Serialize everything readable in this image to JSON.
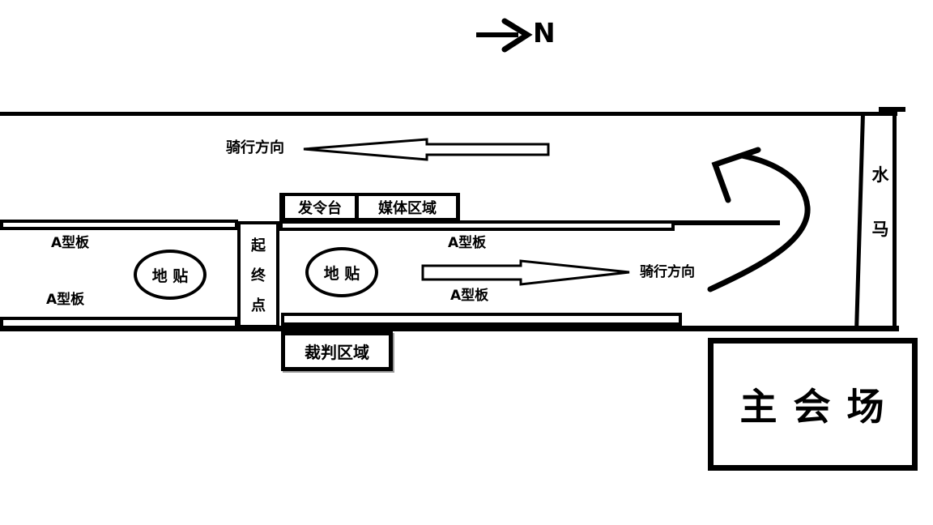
{
  "compass": {
    "label": "N"
  },
  "road": {
    "riding_direction_top": "骑行方向",
    "riding_direction_right": "骑行方向"
  },
  "zones": {
    "starting_platform": "发令台",
    "media_area": "媒体区域",
    "referee_area": "裁判区域",
    "main_venue": "主 会 场"
  },
  "markers": {
    "a_board": "A型板",
    "floor_sticker": "地 贴",
    "start_finish_chars": [
      "起",
      "终",
      "点"
    ],
    "water_barrier_chars": [
      "水",
      "马"
    ]
  },
  "colors": {
    "stroke": "#000000",
    "background": "#ffffff"
  }
}
